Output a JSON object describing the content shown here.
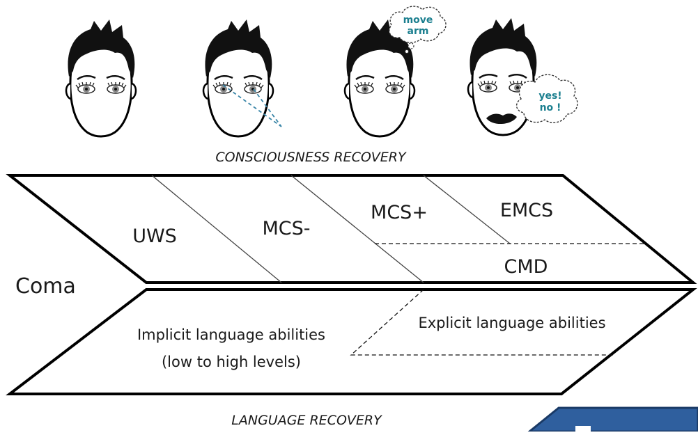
{
  "titles": {
    "top": "CONSCIOUSNESS RECOVERY",
    "bottom": "LANGUAGE RECOVERY"
  },
  "left_label": "Coma",
  "upper_states": {
    "uws": "UWS",
    "mcs_minus": "MCS-",
    "mcs_plus": "MCS+",
    "emcs": "EMCS",
    "cmd": "CMD"
  },
  "lower_band": {
    "implicit_line1": "Implicit language abilities",
    "implicit_line2": "(low to high levels)",
    "explicit": "Explicit language abilities"
  },
  "thought_bubbles": {
    "face3_line1": "move",
    "face3_line2": "arm",
    "face4_line1": "yes!",
    "face4_line2": "no !"
  },
  "colors": {
    "text": "#1a1a1a",
    "bubble_text": "#1b7f8f",
    "gaze_line": "#3a86a8",
    "corner_panel": "#2f5f9e"
  }
}
